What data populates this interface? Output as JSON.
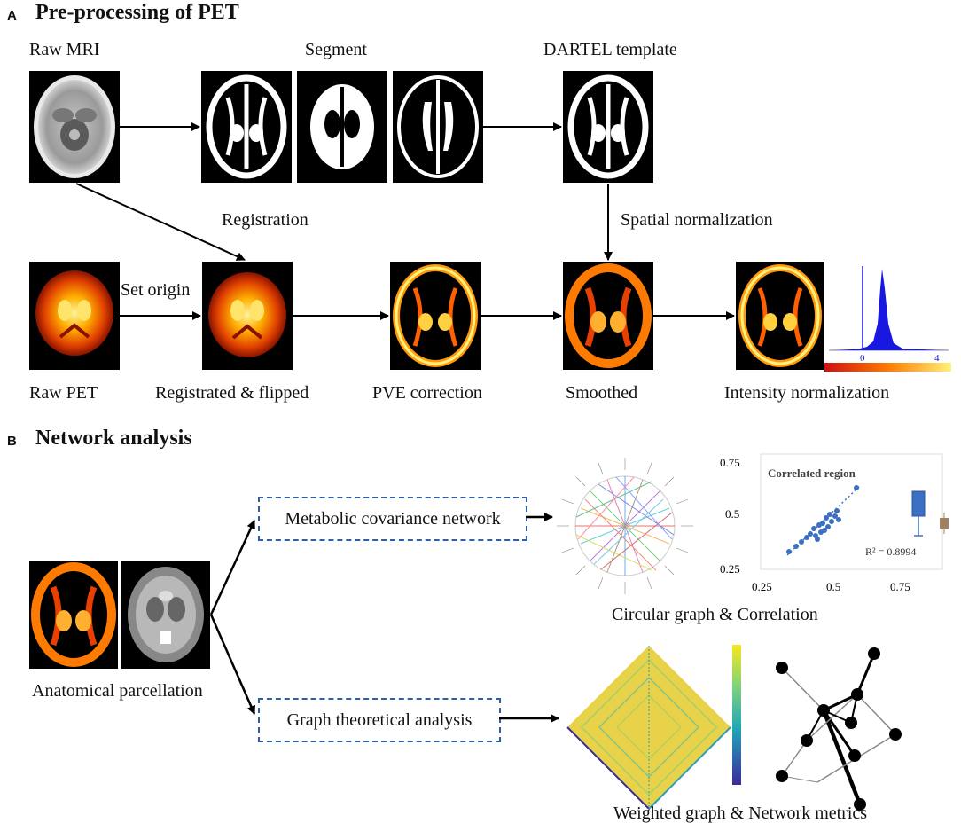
{
  "section_a": {
    "letter": "A",
    "title": "Pre-processing of PET"
  },
  "section_b": {
    "letter": "B",
    "title": "Network analysis"
  },
  "labels": {
    "raw_mri": "Raw MRI",
    "segment": "Segment",
    "dartel": "DARTEL template",
    "registration": "Registration",
    "spatial_normalization": "Spatial normalization",
    "set_origin": "Set origin",
    "raw_pet": "Raw PET",
    "registrated": "Registrated & flipped",
    "pve": "PVE correction",
    "smoothed": "Smoothed",
    "intensity": "Intensity normalization",
    "anatomical": "Anatomical parcellation",
    "metabolic": "Metabolic covariance network",
    "graph_theoretical": "Graph theoretical analysis",
    "circular": "Circular graph & Correlation",
    "weighted": "Weighted graph & Network metrics"
  },
  "histogram": {
    "tick_left": "0",
    "tick_right": "4"
  },
  "scatter": {
    "title": "Correlated region",
    "r2": "R² = 0.8994",
    "y_ticks": [
      "0.75",
      "0.5",
      "0.25"
    ],
    "x_ticks": [
      "0.25",
      "0.5",
      "0.75"
    ]
  },
  "colors": {
    "dashed_box": "#2f5fa8",
    "scatter_points": "#3b6fc4",
    "histogram": "#1818e0"
  },
  "icons": [
    "brain-mri-icon",
    "brain-pet-icon",
    "circular-graph-icon",
    "network-graph-icon",
    "heatmap-icon"
  ]
}
